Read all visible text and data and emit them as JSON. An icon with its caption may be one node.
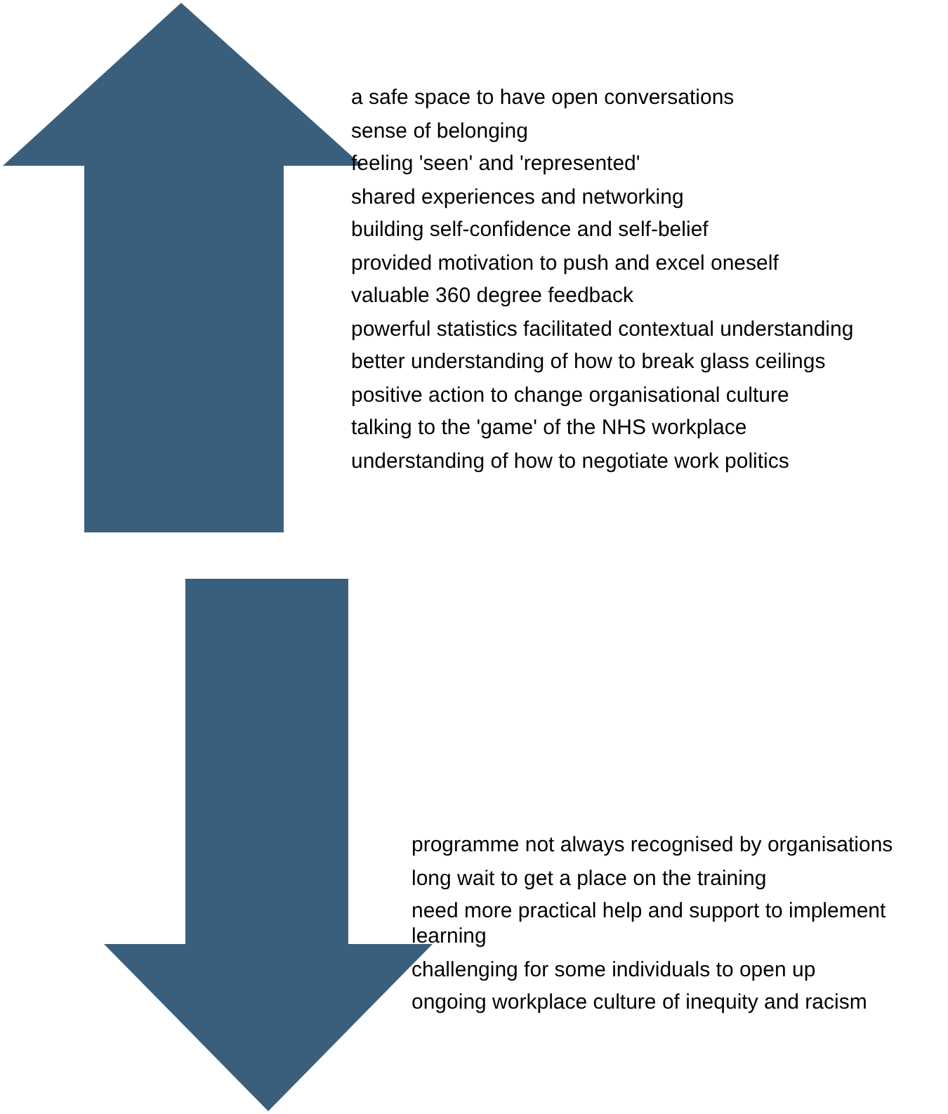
{
  "diagram": {
    "nodes": [
      {
        "text": [],
        "shape": "arrow",
        "beside": [
          "a safe space to have open conversations",
          "sense of belonging",
          "feeling 'seen' and 'represented'",
          "shared experiences and networking",
          "building self-confidence and self-belief",
          "provided motivation to push and excel oneself",
          "valuable 360 degree feedback",
          "powerful statistics facilitated contextual understanding",
          "better understanding of how to break glass ceilings",
          "positive action to change organisational culture",
          "talking to the 'game' of the NHS workplace",
          "understanding of how to negotiate work politics"
        ]
      },
      {
        "text": [],
        "shape": "arrow",
        "beside": [
          "programme not always recognised by organisations",
          "long wait to get a place on the training",
          "need more practical help and support to implement learning",
          "challenging for some individuals to open up",
          "ongoing workplace culture of inequity and racism"
        ]
      }
    ],
    "edges": []
  }
}
